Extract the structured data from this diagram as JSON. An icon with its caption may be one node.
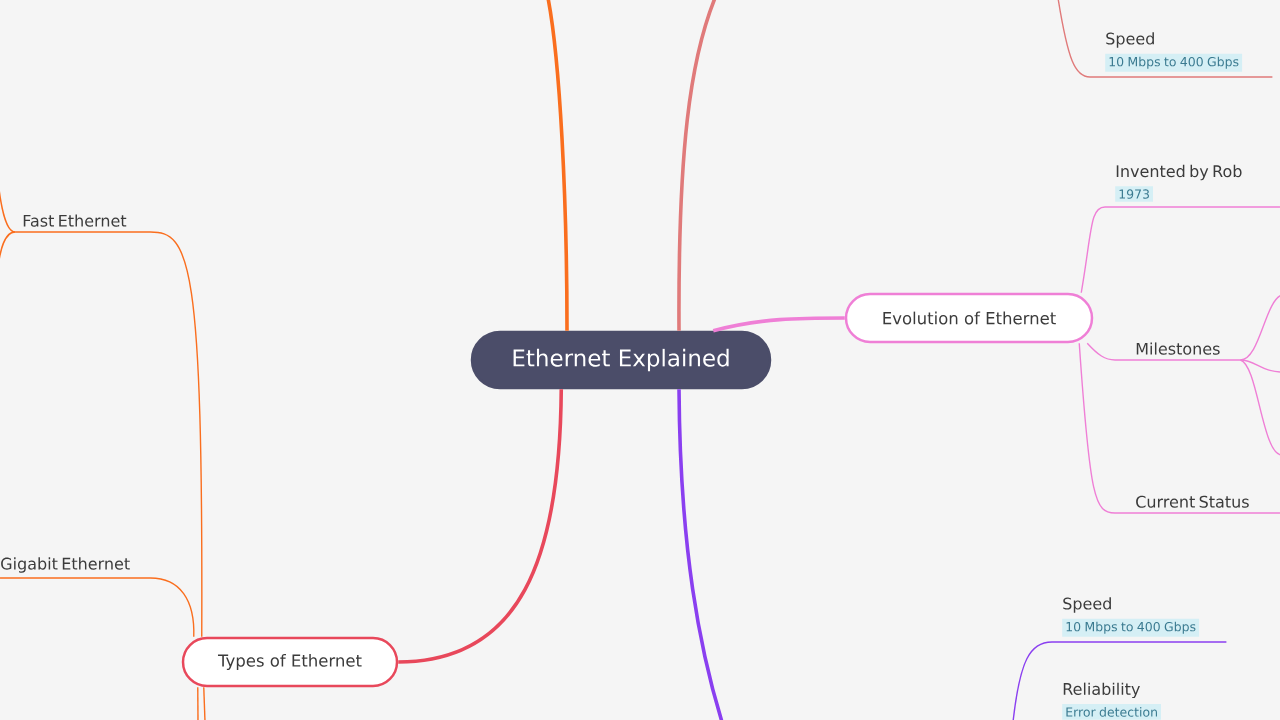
{
  "diagram": {
    "nodes": [
      {
        "text": [
          "Ethernet Explained"
        ]
      },
      {
        "text": [
          "Evolution of Ethernet"
        ]
      },
      {
        "text": [
          "Types of Ethernet"
        ]
      },
      {
        "text": [
          "Speed",
          "10 Mbps to 400 Gbps"
        ]
      },
      {
        "text": [
          "Invented by Rob",
          "1973"
        ]
      },
      {
        "text": [
          "Milestones"
        ]
      },
      {
        "text": [
          "Current Status"
        ]
      },
      {
        "text": [
          "Fast Ethernet"
        ]
      },
      {
        "text": [
          "Gigabit Ethernet"
        ]
      },
      {
        "text": [
          "Speed",
          "10 Mbps to 400 Gbps"
        ]
      },
      {
        "text": [
          "Reliability",
          "Error detection"
        ]
      }
    ],
    "edges": [
      {
        "from": 0,
        "to": 1,
        "arrow": "none",
        "style": "thick",
        "color": "#ef7fd6"
      },
      {
        "from": 0,
        "to": 2,
        "arrow": "none",
        "style": "thick",
        "color": "#e8485b"
      },
      {
        "from": 1,
        "to": 4,
        "arrow": "none",
        "color": "#ef7fd6"
      },
      {
        "from": 1,
        "to": 5,
        "arrow": "none",
        "color": "#ef7fd6"
      },
      {
        "from": 1,
        "to": 6,
        "arrow": "none",
        "color": "#ef7fd6"
      },
      {
        "from": 2,
        "to": 7,
        "arrow": "none",
        "color": "#fa6e1e"
      },
      {
        "from": 2,
        "to": 8,
        "arrow": "none",
        "color": "#fa6e1e"
      },
      {
        "from": 5,
        "to": null,
        "arrow": "none",
        "color": "#ef7fd6"
      },
      {
        "from": 5,
        "to": null,
        "arrow": "none",
        "color": "#ef7fd6"
      },
      {
        "from": 5,
        "to": null,
        "arrow": "none",
        "color": "#ef7fd6"
      },
      {
        "from": 7,
        "to": null,
        "arrow": "none",
        "color": "#fa6e1e"
      },
      {
        "from": 7,
        "to": null,
        "arrow": "none",
        "color": "#fa6e1e"
      },
      {
        "from": 2,
        "to": null,
        "arrow": "none",
        "color": "#fa6e1e"
      },
      {
        "from": 2,
        "to": null,
        "arrow": "none",
        "color": "#fa6e1e"
      },
      {
        "from": 0,
        "to": null,
        "arrow": "none",
        "style": "thick",
        "color": "#fa6e1e"
      },
      {
        "from": 0,
        "to": null,
        "arrow": "none",
        "style": "thick",
        "color": "#e07a7a"
      },
      {
        "from": 0,
        "to": null,
        "arrow": "none",
        "style": "thick",
        "color": "#8a3ff0"
      },
      {
        "from": null,
        "to": 3,
        "arrow": "none",
        "color": "#e07a7a"
      },
      {
        "from": null,
        "to": 9,
        "arrow": "none",
        "color": "#8a3ff0"
      }
    ]
  }
}
